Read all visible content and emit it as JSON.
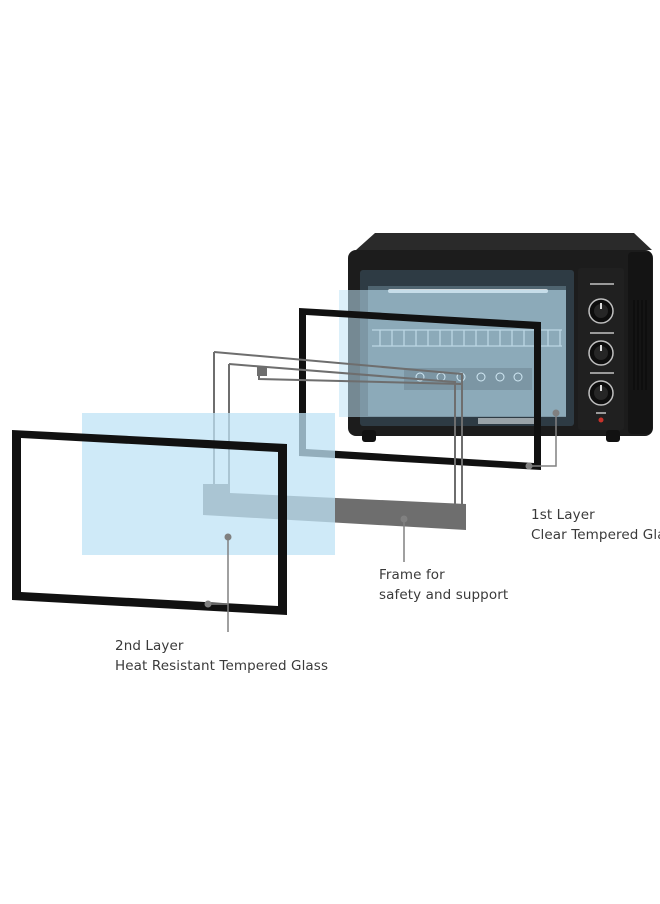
{
  "labels": {
    "first_layer": {
      "line1": "1st Layer",
      "line2": "Clear Tempered Glass"
    },
    "frame": {
      "line1": "Frame for",
      "line2": "safety and support"
    },
    "second_layer": {
      "line1": "2nd Layer",
      "line2": "Heat Resistant Tempered Glass"
    }
  },
  "colors": {
    "oven_body": "#1c1c1c",
    "glass_tint": "#bfe3f5",
    "frame_gray": "#6e6e6e",
    "leader_line": "#808080"
  }
}
